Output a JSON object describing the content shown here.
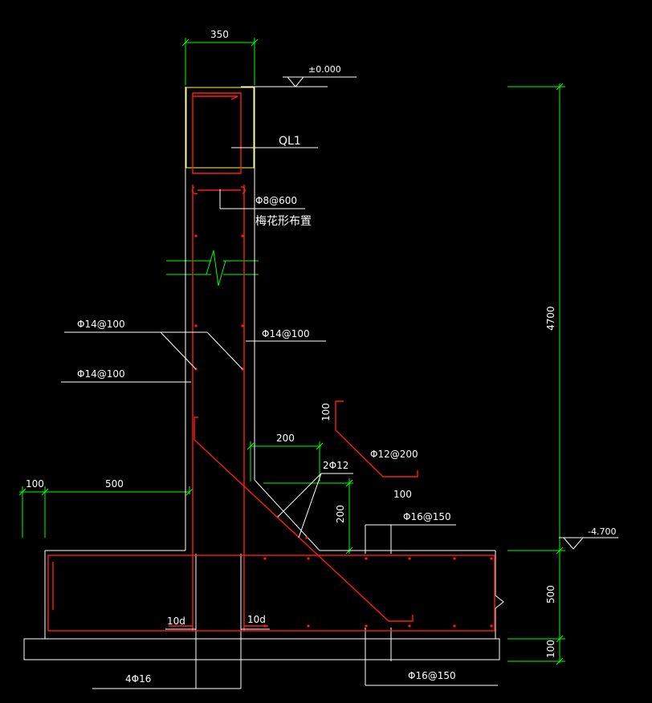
{
  "drawing": {
    "labels": {
      "dim_wall_width": "350",
      "elev_top": "±0.000",
      "beam_name": "QL1",
      "tie_bar": "Φ8@600",
      "tie_bar_note": "梅花形布置",
      "wall_outer_bar": "Φ14@100",
      "wall_inner_bar": "Φ14@100",
      "wall_vertical_bar": "Φ14@100",
      "dim_100_top": "100",
      "dim_200_h": "200",
      "corner_bars": "2Φ12",
      "haunch_bar": "Φ12@200",
      "dim_100_hook": "100",
      "dim_200_v": "200",
      "footing_top_bar": "Φ16@150",
      "dim_100_left": "100",
      "dim_500_left": "500",
      "elev_bottom": "-4.700",
      "dim_height": "4700",
      "dim_footing": "500",
      "dim_pad": "100",
      "anchor_left": "10d",
      "anchor_right": "10d",
      "footing_long_bar": "4Φ16",
      "footing_bottom_bar": "Φ16@150"
    },
    "colors": {
      "background": "#000000",
      "linework": "#ffffff",
      "dimensions": "#00ff00",
      "reinforcement": "#ff1a1a",
      "beam_outline": "#ffff33"
    }
  }
}
